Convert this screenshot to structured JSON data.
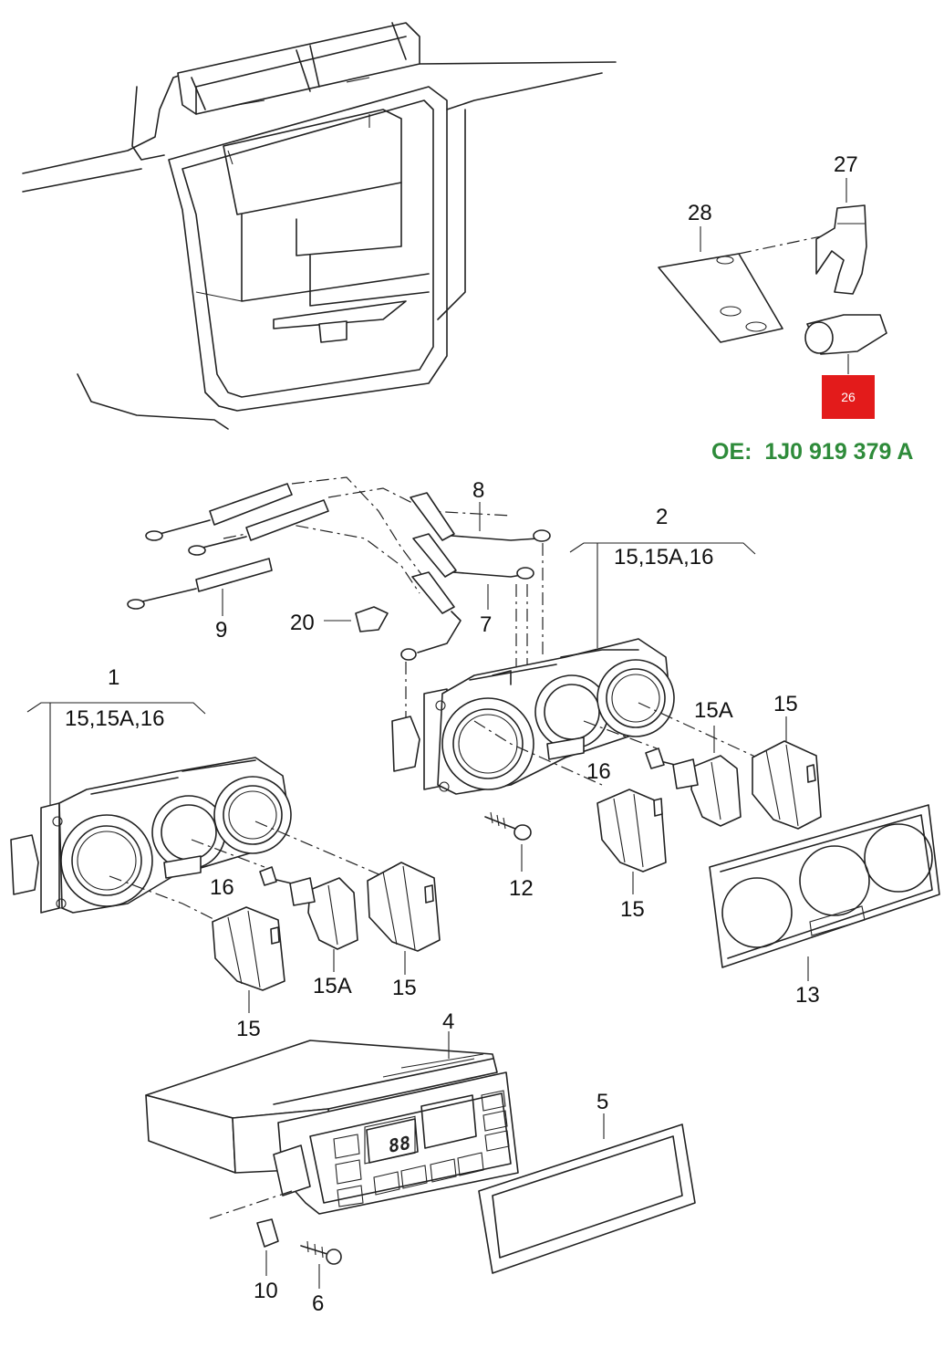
{
  "oe_prefix": "OE:",
  "oe_number": "1J0 919 379 A",
  "highlight": {
    "label": "26",
    "color": "#e31b1b"
  },
  "accent_color": "#2e8b3a",
  "callouts": {
    "p27": "27",
    "p28": "28",
    "p8": "8",
    "p2": "2",
    "p2_sub": "15,15A,16",
    "p9": "9",
    "p20": "20",
    "p7": "7",
    "p1": "1",
    "p1_sub": "15,15A,16",
    "p15A_right": "15A",
    "p15_right": "15",
    "p16_right": "16",
    "p12": "12",
    "p15_rightlow": "15",
    "p13": "13",
    "p16_left": "16",
    "p15A_left": "15A",
    "p15_leftmid": "15",
    "p15_leftlow": "15",
    "p4": "4",
    "p5": "5",
    "p10": "10",
    "p6": "6"
  }
}
